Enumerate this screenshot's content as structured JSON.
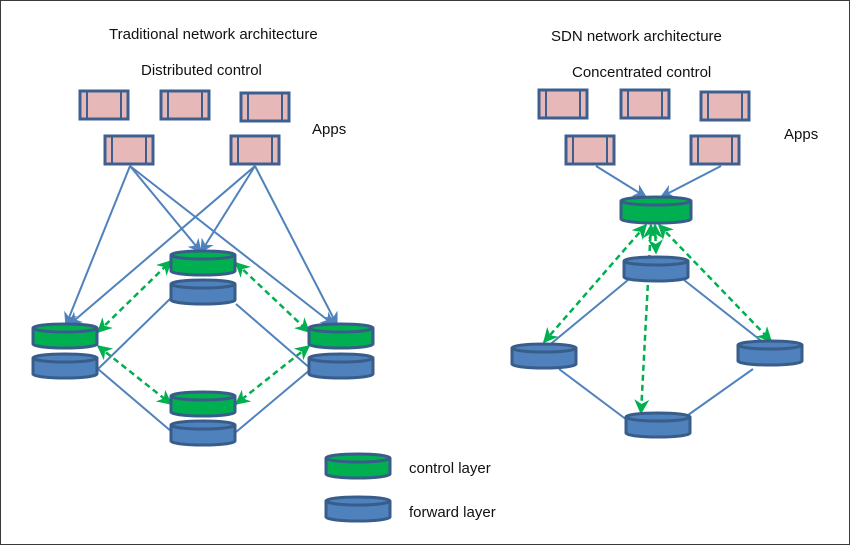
{
  "left": {
    "title": "Traditional network architecture",
    "subtitle": "Distributed control",
    "apps_label": "Apps"
  },
  "right": {
    "title": "SDN network architecture",
    "subtitle": "Concentrated control",
    "apps_label": "Apps"
  },
  "legend": {
    "control": "control layer",
    "forward": "forward layer"
  },
  "colors": {
    "app_fill": "#e6b9b8",
    "app_stroke": "#3d5f8f",
    "control_fill": "#00b050",
    "forward_fill": "#4f81bd",
    "node_stroke": "#385d8a",
    "link": "#4f81bd",
    "control_link": "#00b050"
  }
}
